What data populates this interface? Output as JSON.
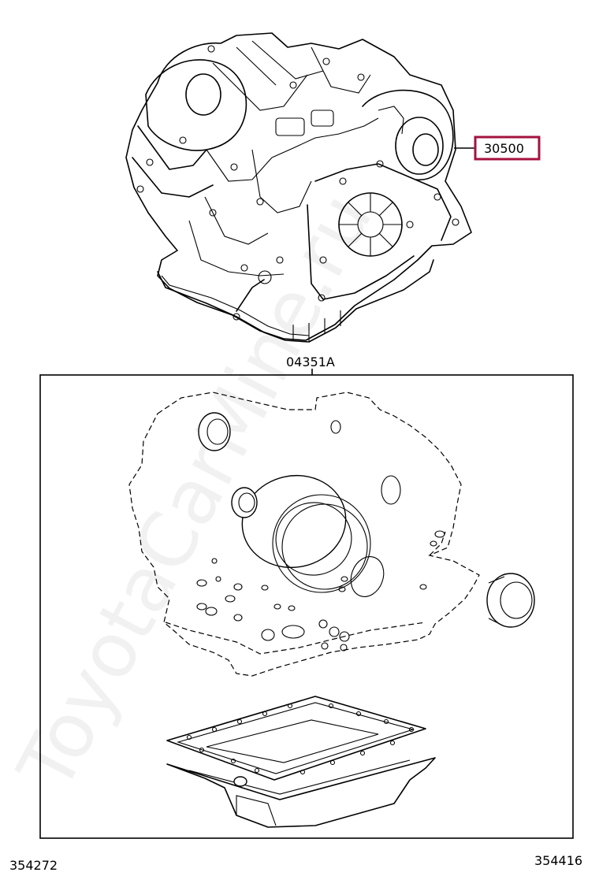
{
  "callout": {
    "part_number": "30500"
  },
  "kit": {
    "part_number": "04351A"
  },
  "footer": {
    "left_ref": "354272",
    "right_ref": "354416"
  },
  "watermark": {
    "text": "ToyotaCarMine.ru"
  },
  "colors": {
    "callout_border": "#a4123f",
    "line": "#000000",
    "background": "#ffffff"
  }
}
